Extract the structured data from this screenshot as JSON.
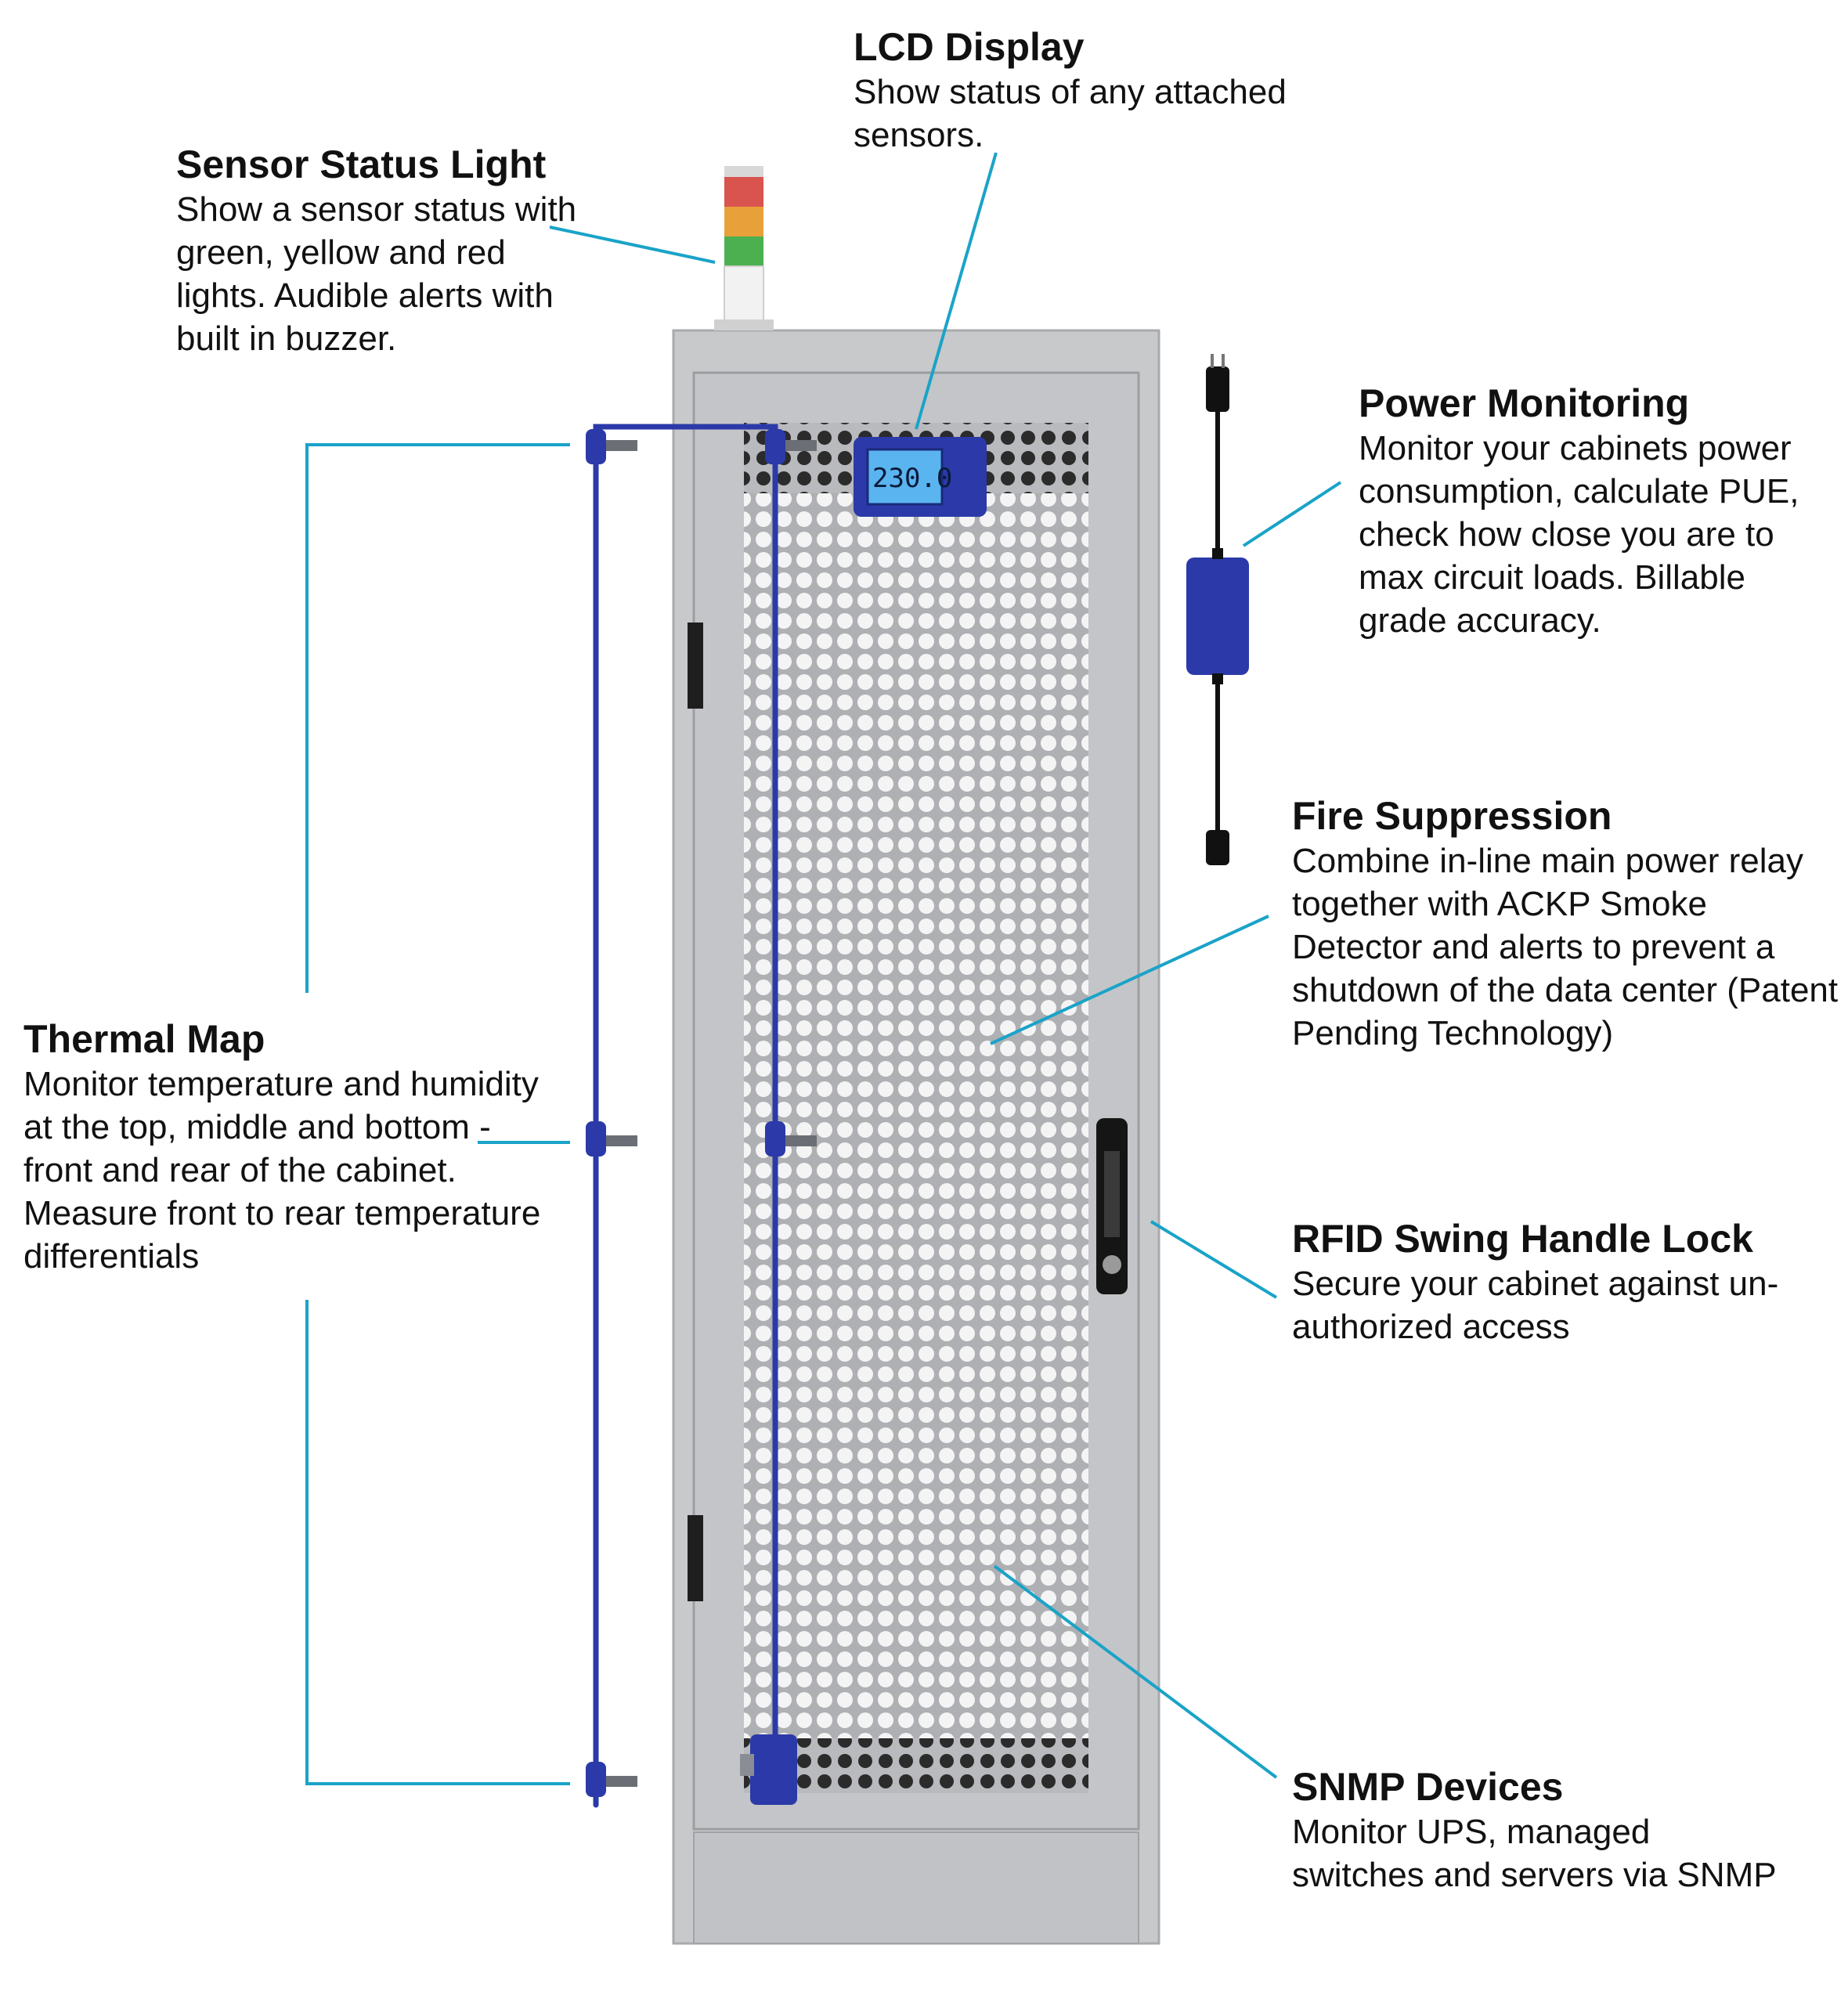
{
  "callouts": {
    "lcd": {
      "title": "LCD Display",
      "desc": "Show status of any attached sensors."
    },
    "status": {
      "title": "Sensor Status Light",
      "desc": "Show a sensor status with green, yellow and red lights. Audible alerts with built in buzzer."
    },
    "power": {
      "title": "Power Monitoring",
      "desc": "Monitor your cabinets power consumption, calculate PUE, check how close you are to max circuit loads. Billable grade accuracy."
    },
    "fire": {
      "title": "Fire Suppression",
      "desc": "Combine  in-line main power relay together with ACKP Smoke Detector and alerts to prevent a shutdown of the data center (Patent Pending Technology)"
    },
    "thermal": {
      "title": "Thermal Map",
      "desc": "Monitor temperature and humidity at the top, middle and bottom - front and rear of the cabinet. Measure front to rear temperature differentials"
    },
    "rfid": {
      "title": "RFID Swing Handle Lock",
      "desc": "Secure your cabinet against un-authorized access"
    },
    "snmp": {
      "title": "SNMP Devices",
      "desc": "Monitor UPS, managed switches and servers via SNMP"
    }
  },
  "lcd_screen": {
    "reading": "230.0"
  },
  "colors": {
    "leader_line": "#1aa3c8",
    "cabinet": "#c8c9cb",
    "sensor_blue": "#2b3aa8",
    "lcd_screen": "#5ab4ef",
    "stack_light": [
      "#d9534f",
      "#e8a13a",
      "#4cb050",
      "#f2f2f2"
    ]
  }
}
